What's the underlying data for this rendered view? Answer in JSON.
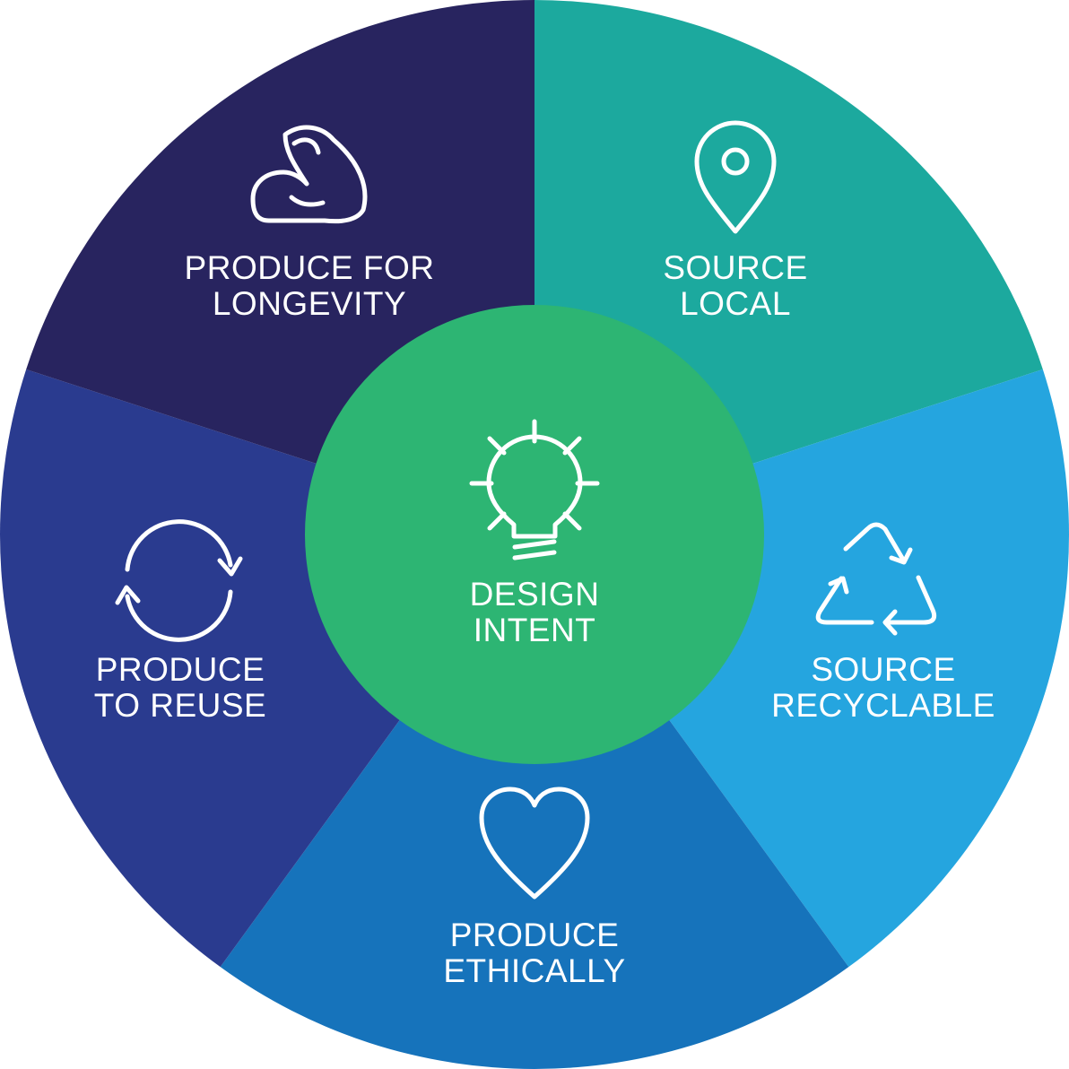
{
  "center": {
    "line1": "DESIGN",
    "line2": "INTENT",
    "icon": "lightbulb-icon",
    "color": "#2db573"
  },
  "segments": [
    {
      "id": "source-local",
      "line1": "SOURCE",
      "line2": "LOCAL",
      "icon": "map-pin-icon",
      "color": "#1ca99e"
    },
    {
      "id": "source-recyclable",
      "line1": "SOURCE",
      "line2": "RECYCLABLE",
      "icon": "recycle-icon",
      "color": "#25a5df"
    },
    {
      "id": "produce-ethically",
      "line1": "PRODUCE",
      "line2": "ETHICALLY",
      "icon": "heart-icon",
      "color": "#1673bb"
    },
    {
      "id": "produce-to-reuse",
      "line1": "PRODUCE",
      "line2": "TO REUSE",
      "icon": "cycle-arrows-icon",
      "color": "#2a3b8f"
    },
    {
      "id": "produce-for-longevity",
      "line1": "PRODUCE FOR",
      "line2": "LONGEVITY",
      "icon": "flexed-arm-icon",
      "color": "#28245f"
    }
  ]
}
